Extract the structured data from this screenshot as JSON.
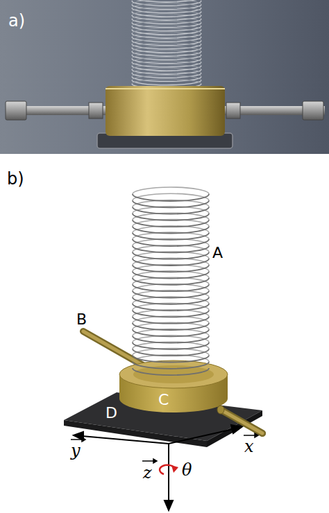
{
  "diagram": {
    "labels": [
      "a)",
      "b)",
      "A",
      "B",
      "C",
      "D",
      "y",
      "x",
      "z",
      "θ"
    ]
  }
}
